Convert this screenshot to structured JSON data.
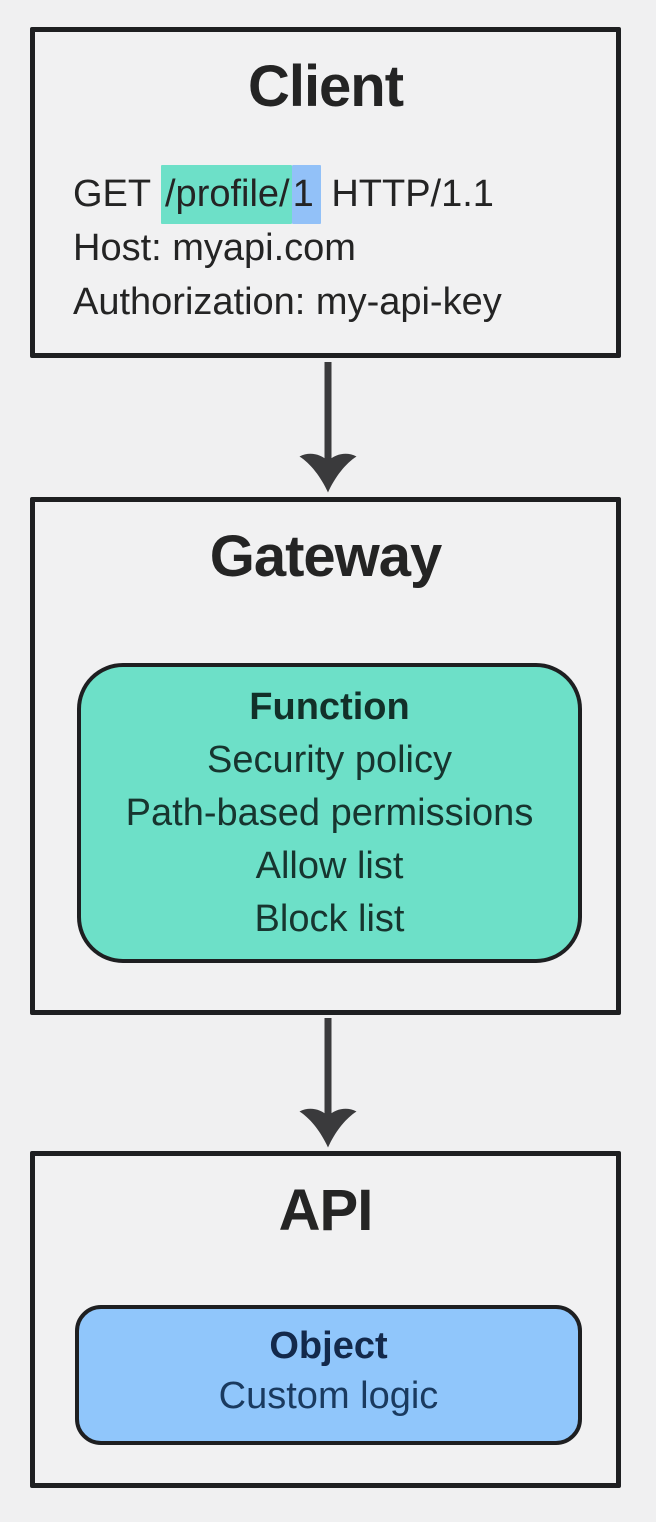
{
  "colors": {
    "background": "#f0f0f1",
    "node_fill": "#f1f1f2",
    "border": "#1e1f21",
    "arrow": "#3a3a3c",
    "teal": "#6de0c8",
    "blue": "#90c6fb",
    "blue_highlight": "#92c1f8",
    "title_text": "#242424",
    "body_text": "#242424",
    "teal_text": "#17352f",
    "blue_text": "#1a3a5f"
  },
  "client": {
    "title": "Client",
    "request": {
      "method": "GET ",
      "path": "/profile/",
      "param": "1",
      "protocol": " HTTP/1.1",
      "host": "Host: myapi.com",
      "authorization": "Authorization: my-api-key"
    }
  },
  "gateway": {
    "title": "Gateway",
    "function_box": {
      "title": "Function",
      "items": [
        "Security policy",
        "Path-based permissions",
        "Allow list",
        "Block list"
      ]
    }
  },
  "api": {
    "title": "API",
    "object_box": {
      "title": "Object",
      "items": [
        "Custom logic"
      ]
    }
  }
}
